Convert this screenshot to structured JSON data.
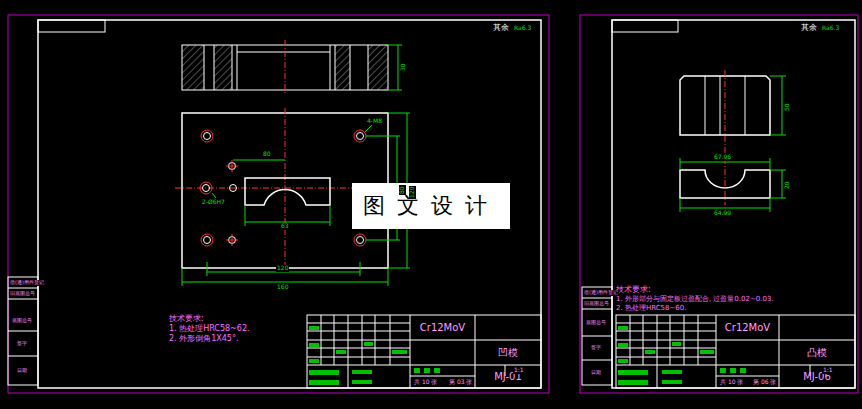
{
  "diagram": {
    "nodes": [
      {
        "text": [
          "Cr12MoV"
        ]
      },
      {
        "text": [
          "凹模"
        ]
      },
      {
        "text": [
          "MJ-01"
        ]
      },
      {
        "text": [
          "Cr12MoV"
        ]
      },
      {
        "text": [
          "凸模"
        ]
      },
      {
        "text": [
          "MJ-06"
        ]
      },
      {
        "text": [
          "图文设计"
        ]
      }
    ],
    "labels": [
      "其余",
      "Ra6.3",
      "其余",
      "Ra6.3",
      "30",
      "80",
      "63",
      "120",
      "160",
      "80",
      "120",
      "4-M8",
      "2-Ø6H7",
      "技术要求:",
      "1. 热处理HRC58~62.",
      "2. 外形倒角1X45°.",
      "技术要求:",
      "1. 外形部分与固定板过盈配合, 过盈量0.02~0.03.",
      "2. 热处理HRC58~60.",
      "50",
      "67.96",
      "64.99",
      "20",
      "1:1",
      "共 10 张",
      "第 03 张",
      "1:1",
      "共 10 张",
      "第 06 张",
      "借(通)用件登记",
      "旧底图总号",
      "底图总号",
      "签字",
      "日期",
      "借(通)用件登记",
      "旧底图总号",
      "底图总号",
      "签字",
      "日期"
    ]
  }
}
